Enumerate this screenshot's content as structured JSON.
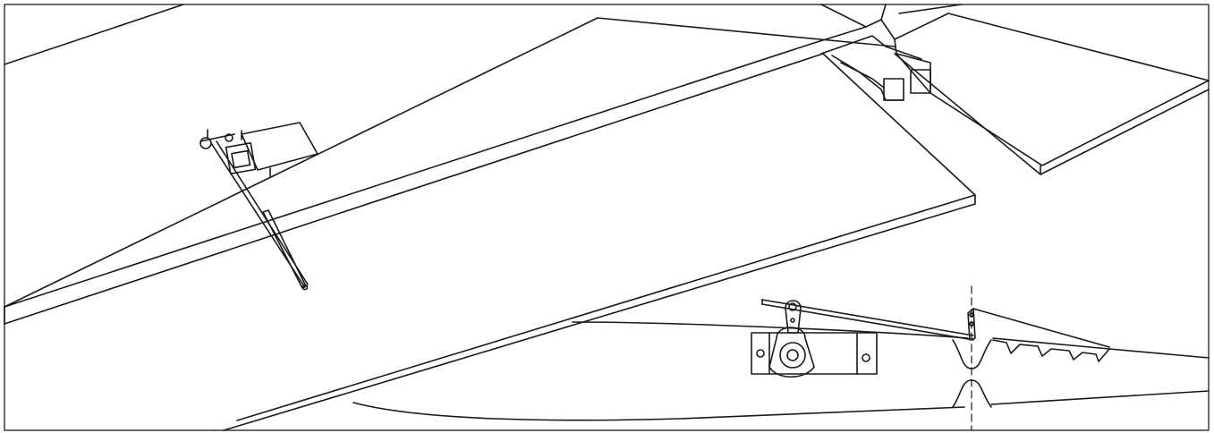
{
  "figure": {
    "kind": "line-drawing",
    "colors": {
      "stroke": "#1a1a1a",
      "background": "#ffffff",
      "frame": "#3a3a3a"
    },
    "components": [
      "wing-panel",
      "aileron-surface",
      "servo-horn-linkage",
      "wing-root-joint",
      "servo-hinge-cross-section",
      "hinge-axis-line"
    ]
  }
}
